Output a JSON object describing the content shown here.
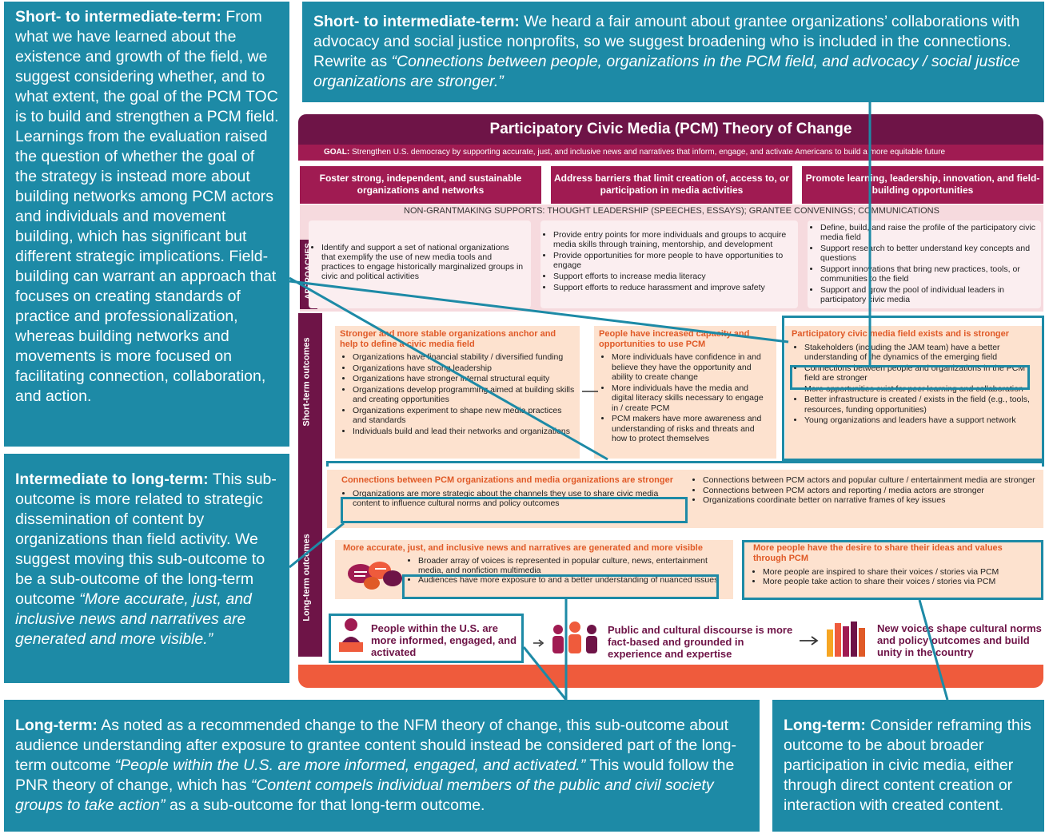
{
  "callouts": {
    "left_top": {
      "title": "Short- to intermediate-term:",
      "body": "From what we have learned about the existence and growth of the field, we suggest considering whether, and to what extent, the goal of the PCM TOC is to build and strengthen a PCM field. Learnings from the evaluation raised the question of whether the goal of the strategy is instead more about building networks among PCM actors and individuals and movement building, which has significant but different strategic implications. Field-building can warrant an approach that focuses on creating standards of practice and professionalization, whereas building networks and movements is more focused on facilitating connection, collaboration, and action."
    },
    "top": {
      "title": "Short- to intermediate-term:",
      "body": "We heard a fair amount about grantee organizations’ collaborations with advocacy and social justice nonprofits, so we suggest broadening who is included in the connections. Rewrite as",
      "quote": "“Connections between people, organizations in the PCM field, and advocacy / social justice organizations are stronger.”"
    },
    "left_mid": {
      "title": "Intermediate to long-term:",
      "body": "This sub-outcome is more related to strategic dissemination of content by organizations than field activity. We suggest moving this sub-outcome to be a sub-outcome of the long-term outcome",
      "quote": "“More accurate, just, and inclusive news and narratives are generated and more visible.”"
    },
    "bottom": {
      "title": "Long-term:",
      "body1": "As noted as a recommended change to the NFM theory of change, this sub-outcome about audience understanding after exposure to grantee content should instead be considered part of the long-term outcome",
      "quote1": "“People within the U.S. are more informed, engaged, and activated.”",
      "body2": "This would follow the PNR theory of change, which has",
      "quote2": "“Content compels individual members of the public and civil society groups to take action”",
      "body3": "as a sub-outcome for that long-term outcome."
    },
    "bottom_right": {
      "title": "Long-term:",
      "body": "Consider reframing this outcome to be about broader participation in civic media, either through direct content creation or interaction with created content."
    }
  },
  "doc": {
    "title": "Participatory Civic Media (PCM) Theory of Change",
    "goal_label": "GOAL:",
    "goal": "Strengthen U.S. democracy by supporting accurate, just, and inclusive news and narratives that inform, engage, and activate Americans to build a more equitable future",
    "strategies": [
      "Foster strong, independent, and sustainable organizations and networks",
      "Address barriers that limit creation of, access to, or participation in media activities",
      "Promote learning, leadership, innovation, and field-building opportunities"
    ],
    "non_grantmaking": "NON-GRANTMAKING SUPPORTS: THOUGHT LEADERSHIP (SPEECHES, ESSAYS); GRANTEE CONVENINGS; COMMUNICATIONS",
    "approaches_label": "APPROACHES",
    "approaches": [
      [
        "Identify and support a set of national organizations that exemplify the use of new media tools and practices to engage historically marginalized groups in civic and political activities"
      ],
      [
        "Provide entry points for more individuals and groups to acquire media skills through training, mentorship, and development",
        "Provide opportunities for more people to have opportunities to engage",
        "Support efforts to increase media literacy",
        "Support efforts to reduce harassment and improve safety"
      ],
      [
        "Define, build, and raise the profile of the participatory civic media field",
        "Support research to better understand key concepts and questions",
        "Support innovations that bring new practices, tools, or communities to the field",
        "Support and grow the pool of individual leaders in participatory civic media"
      ]
    ],
    "short_term_label": "Short-term outcomes",
    "long_term_label": "Long-term outcomes",
    "short_term": [
      {
        "heading": "Stronger and more stable organizations anchor and help to define a civic media field",
        "items": [
          "Organizations have financial stability / diversified funding",
          "Organizations have strong leadership",
          "Organizations have stronger internal structural equity",
          "Organizations develop programming aimed at building skills and creating opportunities",
          "Organizations experiment to shape new media practices and standards",
          "Individuals build and lead their networks and organizations"
        ]
      },
      {
        "heading": "People have increased capacity and opportunities to use PCM",
        "items": [
          "More individuals have confidence in and believe they have the opportunity and ability to create change",
          "More individuals have the media and digital literacy skills necessary to engage in / create PCM",
          "PCM makers have more awareness and understanding of risks and threats and how to protect themselves"
        ]
      },
      {
        "heading": "Participatory civic media field exists and is stronger",
        "items": [
          "Stakeholders (including the JAM team) have a better understanding of the dynamics of the emerging field",
          "Connections between people and organizations in the PCM field are stronger",
          "More opportunities exist for peer learning and collaboration",
          "Better infrastructure is created / exists in the field (e.g., tools, resources, funding opportunities)",
          "Young organizations and leaders have a support network"
        ]
      }
    ],
    "intermediate": {
      "heading": "Connections between PCM organizations and media organizations are stronger",
      "left_items": [
        "Organizations are more strategic about the channels they use to share civic media content to influence cultural norms and policy outcomes"
      ],
      "right_items": [
        "Connections between PCM actors and popular culture / entertainment media are stronger",
        "Connections between PCM actors and reporting / media actors are stronger",
        "Organizations coordinate better on narrative frames of key issues"
      ]
    },
    "long_term": [
      {
        "heading": "More accurate, just, and inclusive news and narratives are generated and more visible",
        "items": [
          "Broader array of voices is represented in popular culture, news, entertainment media, and nonfiction multimedia",
          "Audiences have more exposure to and a better understanding of nuanced issues"
        ]
      },
      {
        "heading": "More people have the desire to share their ideas and values through PCM",
        "items": [
          "More people are inspired to share their voices / stories via PCM",
          "More people take action to share their voices / stories via PCM"
        ]
      }
    ],
    "finals": [
      "People within the U.S. are more informed, engaged, and activated",
      "Public and cultural discourse is more fact-based and grounded in experience and expertise",
      "New voices shape cultural norms and policy outcomes and build unity in the country"
    ]
  }
}
